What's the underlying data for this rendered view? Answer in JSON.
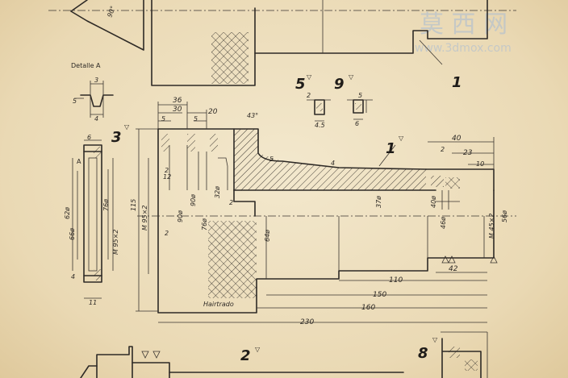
{
  "watermark": {
    "cn": "莫 西 网",
    "url": "www.3dmox.com"
  },
  "top_dims": {
    "angle": "90°",
    "part": "1"
  },
  "detail": {
    "title": "Detalle A",
    "d1": "3",
    "d2": "5",
    "d3": "4"
  },
  "parts": {
    "p1": "1",
    "p2": "2",
    "p3": "3",
    "p5": "5",
    "p8": "8",
    "p9": "9",
    "finish": "▽"
  },
  "dims_center": {
    "d36": "36",
    "d30": "30",
    "d20": "20",
    "d5a": "5",
    "d5b": "5",
    "d43": "43°",
    "d115": "115",
    "dM95": "M 95×2",
    "d90a": "90ø",
    "d90b": "90ø",
    "d76": "76ø",
    "d12": "12",
    "d2a": "2",
    "d2b": "2",
    "d2c": "2",
    "d32": "32ø",
    "d64": "64ø",
    "d37": "37ø",
    "d40ph": "40ø",
    "d46": "46ø",
    "dM45": "M 45×2",
    "d56": "56ø",
    "d40": "40",
    "d23": "23",
    "d10": "10",
    "d2d": "2",
    "d42": "42",
    "d110": "110",
    "d150": "150",
    "d160": "160",
    "d230": "230",
    "d5c": "5",
    "d4": "4",
    "thread": "Hairtrado"
  },
  "dims_left": {
    "d6": "6",
    "A": "A",
    "d62": "62ø",
    "d66": "66ø",
    "d76": "76ø",
    "dM95": "M 95×2",
    "d11": "11",
    "d4": "4"
  },
  "mini5": {
    "a": "2",
    "b": "4.5"
  },
  "mini9": {
    "a": "5",
    "b": "6"
  }
}
